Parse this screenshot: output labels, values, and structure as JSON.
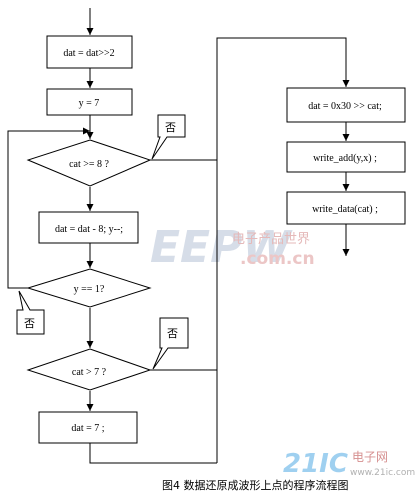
{
  "nodes": {
    "dat_shift": "dat = dat>>2",
    "y_init": "y = 7",
    "cat_ge_8": "cat >= 8 ?",
    "dat_sub": "dat = dat - 8; y--;",
    "y_eq_1": "y == 1?",
    "cat_gt_7": "cat > 7 ?",
    "dat_7": "dat = 7 ;",
    "dat_0x30": "dat = 0x30 >> cat;",
    "write_add": "write_add(y,x) ;",
    "write_data": "write_data(cat) ;"
  },
  "labels": {
    "no_1": "否",
    "no_2": "否",
    "no_3": "否"
  },
  "watermark": {
    "brand": "EEPW",
    "cn": "电子产品世界",
    "site": ".com.cn"
  },
  "logo": {
    "num": "21IC",
    "cn": "电子网",
    "site": "www.21ic.com"
  },
  "caption": "图4 数据还原成波形上点的程序流程图",
  "colors": {
    "line": "#000000",
    "watermark_blue": "#d6dde8",
    "watermark_red": "#e5b9b9"
  }
}
